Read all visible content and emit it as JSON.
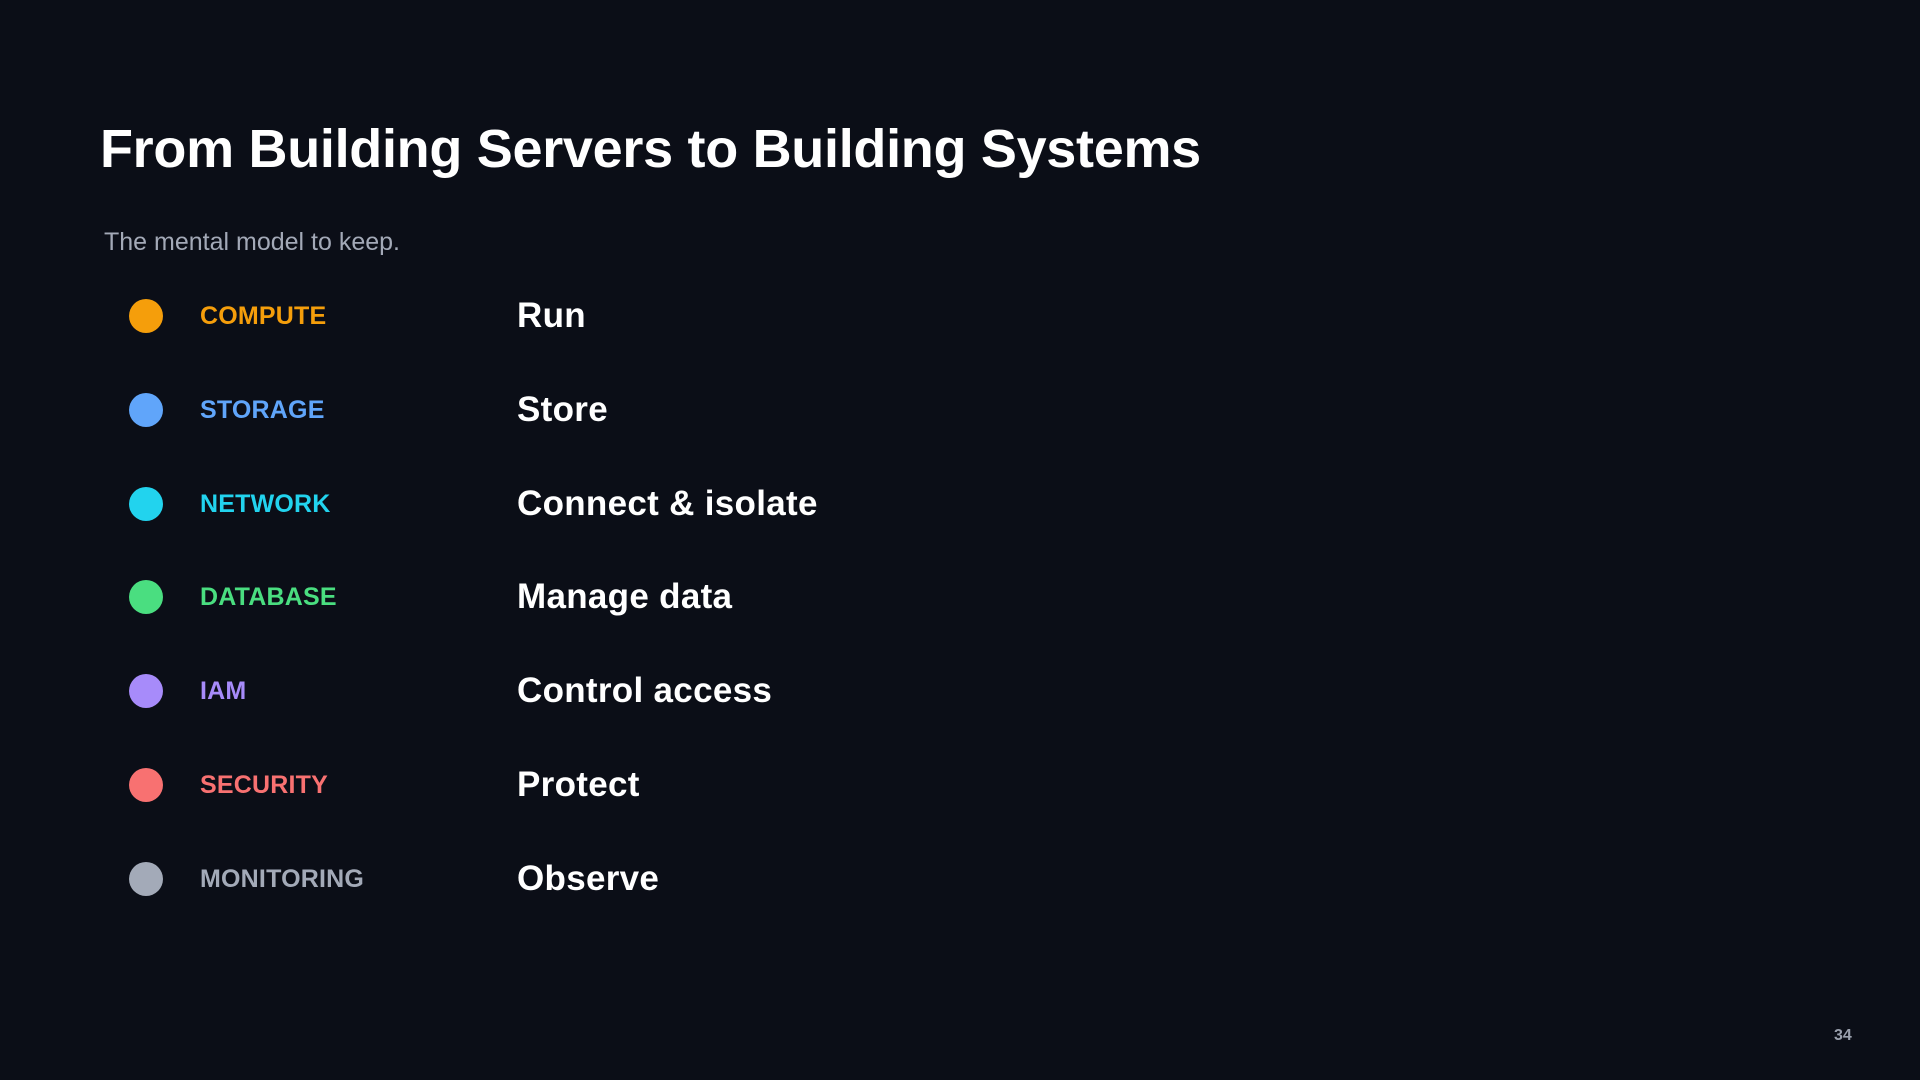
{
  "slide": {
    "title": "From Building Servers to Building Systems",
    "subtitle": "The mental model to keep.",
    "page_number": "34"
  },
  "items": [
    {
      "label": "COMPUTE",
      "description": "Run",
      "color": "#f59e0b"
    },
    {
      "label": "STORAGE",
      "description": "Store",
      "color": "#60a5fa"
    },
    {
      "label": "NETWORK",
      "description": "Connect & isolate",
      "color": "#22d3ee"
    },
    {
      "label": "DATABASE",
      "description": "Manage data",
      "color": "#4ade80"
    },
    {
      "label": "IAM",
      "description": "Control access",
      "color": "#a78bfa"
    },
    {
      "label": "SECURITY",
      "description": "Protect",
      "color": "#f87171"
    },
    {
      "label": "MONITORING",
      "description": "Observe",
      "color": "#a3aab8"
    }
  ]
}
